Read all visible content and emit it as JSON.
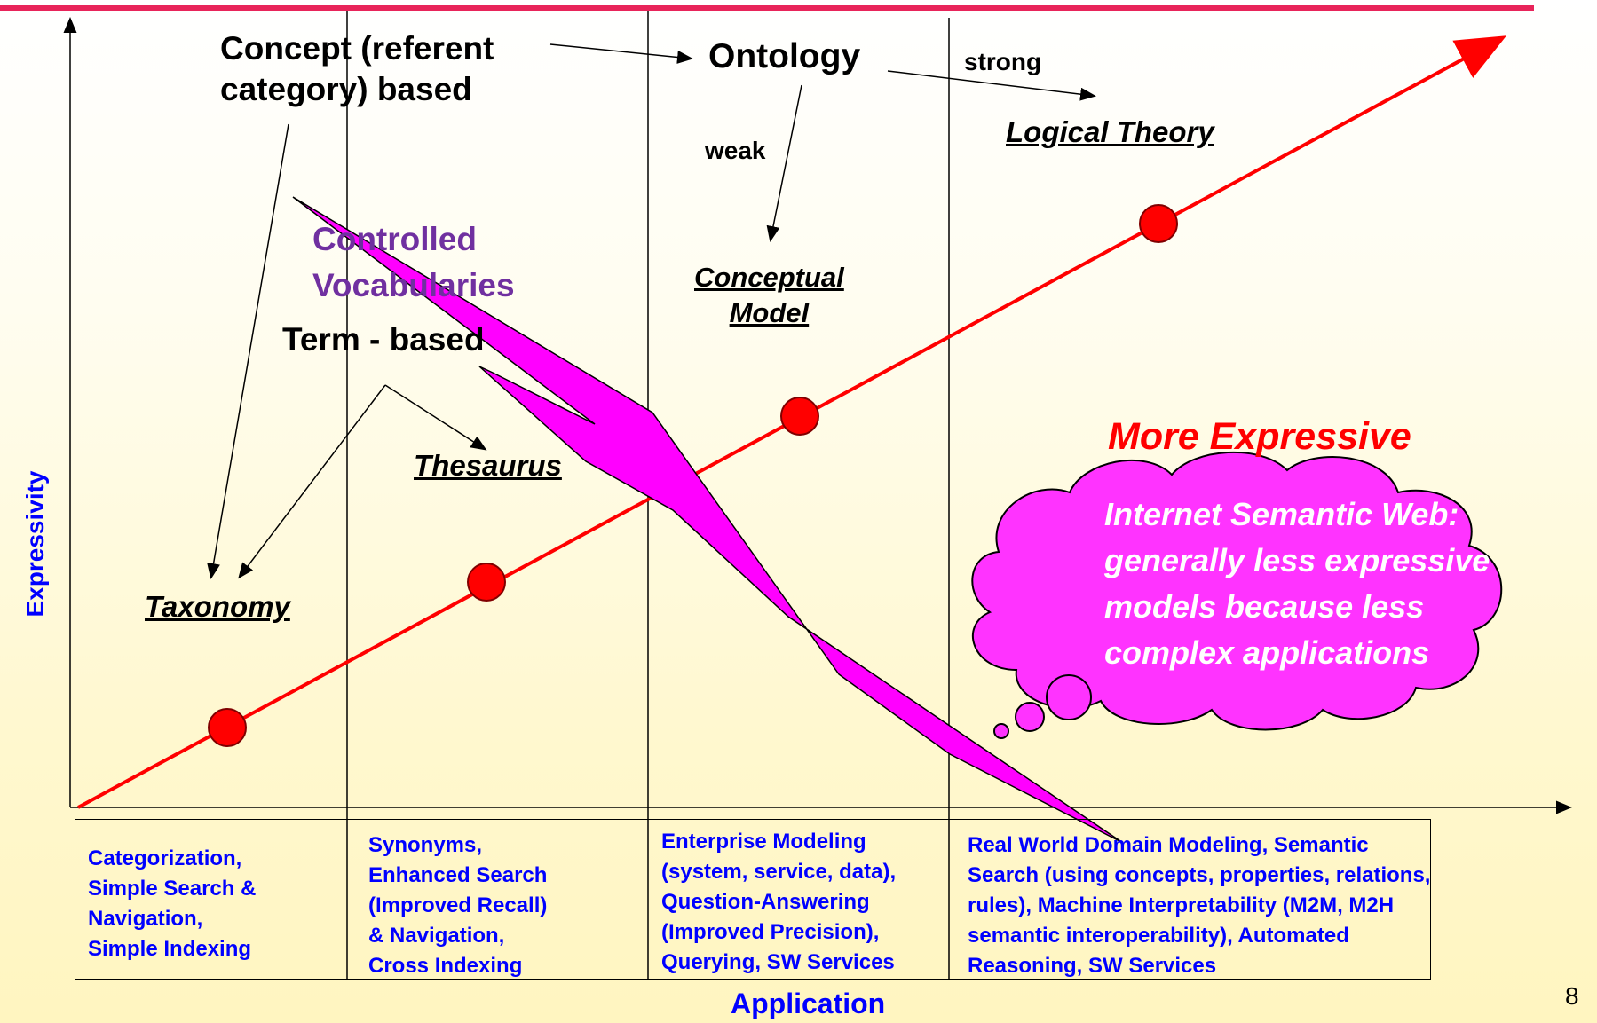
{
  "labels": {
    "concept_based": [
      "Concept (referent",
      "category) based"
    ],
    "ontology": "Ontology",
    "strong": "strong",
    "weak": "weak",
    "logical_theory": "Logical Theory",
    "controlled_vocab": [
      "Controlled",
      "Vocabularies"
    ],
    "conceptual_model": [
      "Conceptual",
      "Model"
    ],
    "term_based": "Term - based",
    "thesaurus": "Thesaurus",
    "taxonomy": "Taxonomy",
    "more_expressive": "More Expressive",
    "cloud": [
      "Internet Semantic Web:",
      "generally less expressive",
      "models because less",
      "complex applications"
    ]
  },
  "axes": {
    "y_label": "Expressivity",
    "x_label": "Application"
  },
  "applications": [
    [
      "Categorization,",
      "Simple Search &",
      "Navigation,",
      "Simple Indexing"
    ],
    [
      "Synonyms,",
      "Enhanced Search",
      "(Improved Recall)",
      "& Navigation,",
      "Cross Indexing"
    ],
    [
      "Enterprise Modeling",
      "(system, service, data),",
      "Question-Answering",
      "(Improved Precision),",
      "Querying, SW Services"
    ],
    [
      "Real World Domain Modeling, Semantic",
      "Search (using concepts, properties, relations,",
      "rules), Machine Interpretability (M2M, M2H",
      "semantic interoperability), Automated",
      "Reasoning, SW Services"
    ]
  ],
  "page_number": "8",
  "colors": {
    "top_rule": "#e8245a",
    "diagonal": "#ff0000",
    "dot": "#ff0000",
    "bolt": "#ff00ff",
    "cloud": "#ff33ff",
    "purple_text": "#7030a0",
    "blue_text": "#0000ff"
  }
}
